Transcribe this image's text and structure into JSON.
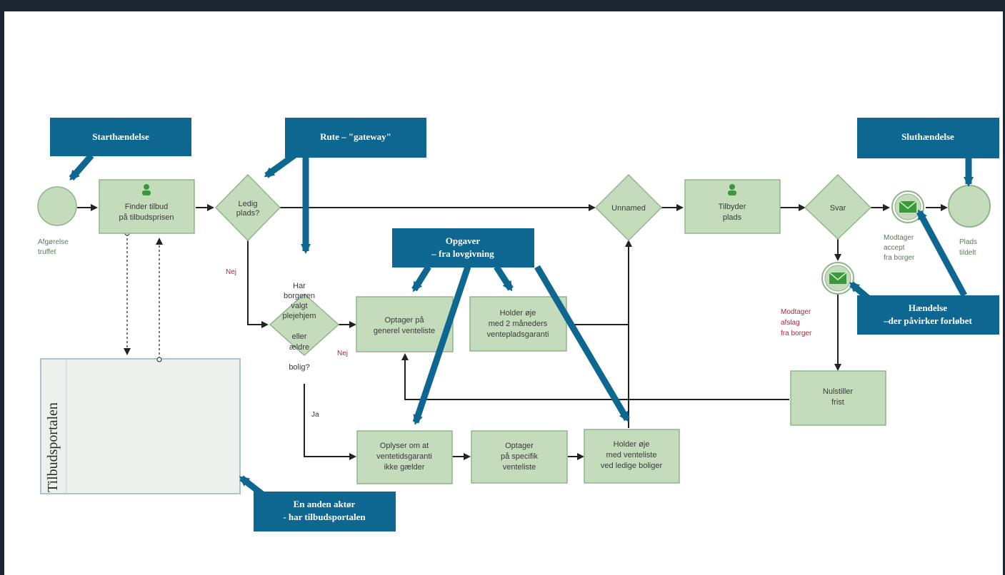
{
  "colors": {
    "task_fill": "#c4dcbc",
    "task_stroke": "#8fb58a",
    "callout": "#0e6791",
    "line": "#222222",
    "negative_label": "#b0283a"
  },
  "callouts": {
    "start_event": "Starthændelse",
    "gateway": "Rute – \"gateway\"",
    "tasks_l1": "Opgaver",
    "tasks_l2": "– fra lovgivning",
    "end_event": "Sluthændelse",
    "event_l1": "Hændelse",
    "event_l2": "–der påvirker forløbet",
    "actor_l1": "En anden aktør",
    "actor_l2": "- har tilbudsportalen"
  },
  "nodes": {
    "start_label_l1": "Afgørelse",
    "start_label_l2": "truffet",
    "finder_l1": "Finder tilbud",
    "finder_l2": "på tilbudsprisen",
    "ledig_l1": "Ledig",
    "ledig_l2": "plads?",
    "har_l1": "Har",
    "har_l2": "borgeren",
    "har_l3": "valgt",
    "har_l4": "plejehjem",
    "har_l5": "eller",
    "har_l6": "ældre",
    "har_l7": "bolig?",
    "optager_gen_l1": "Optager på",
    "optager_gen_l2": "generel venteliste",
    "holder_2m_l1": "Holder øje",
    "holder_2m_l2": "med 2 måneders",
    "holder_2m_l3": "ventepladsgaranti",
    "oplyser_l1": "Oplyser om at",
    "oplyser_l2": "ventetidsgaranti",
    "oplyser_l3": "ikke gælder",
    "optager_spec_l1": "Optager",
    "optager_spec_l2": "på specifik",
    "optager_spec_l3": "venteliste",
    "holder_ledige_l1": "Holder øje",
    "holder_ledige_l2": "med venteliste",
    "holder_ledige_l3": "ved ledige boliger",
    "unnamed": "Unnamed",
    "tilbyder_l1": "Tilbyder",
    "tilbyder_l2": "plads",
    "svar": "Svar",
    "accept_l1": "Modtager",
    "accept_l2": "accept",
    "accept_l3": "fra borger",
    "afslag_l1": "Modtager",
    "afslag_l2": "afslag",
    "afslag_l3": "fra borger",
    "nulstiller_l1": "Nulstiller",
    "nulstiller_l2": "frist",
    "end_label_l1": "Plads",
    "end_label_l2": "tildelt",
    "pool": "Tilbudsportalen"
  },
  "edge_labels": {
    "nej_1": "Nej",
    "nej_2": "Nej",
    "ja": "Ja"
  }
}
